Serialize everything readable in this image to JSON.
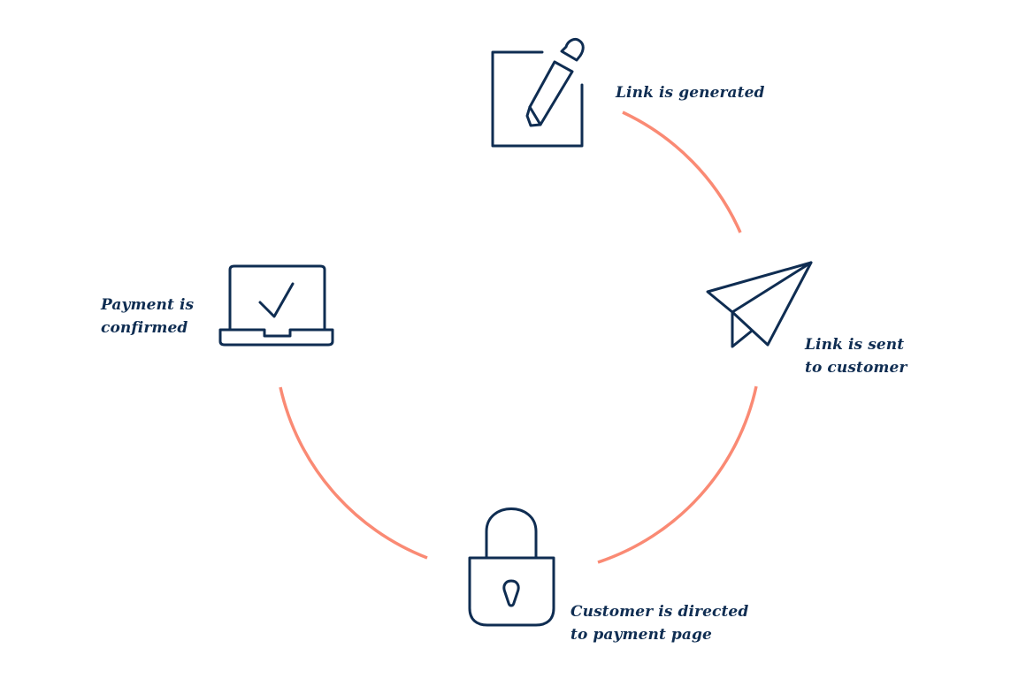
{
  "colors": {
    "arc": "#fa8a74",
    "icon": "#0f2d52",
    "text": "#0f2d52",
    "background": "#ffffff"
  },
  "steps": [
    {
      "icon": "pencil-note-icon",
      "lines": [
        "Link is generated"
      ]
    },
    {
      "icon": "paper-plane-icon",
      "lines": [
        "Link is sent",
        "to customer"
      ]
    },
    {
      "icon": "padlock-icon",
      "lines": [
        "Customer is directed",
        "to payment page"
      ]
    },
    {
      "icon": "laptop-check-icon",
      "lines": [
        "Payment is",
        "confirmed"
      ]
    }
  ]
}
